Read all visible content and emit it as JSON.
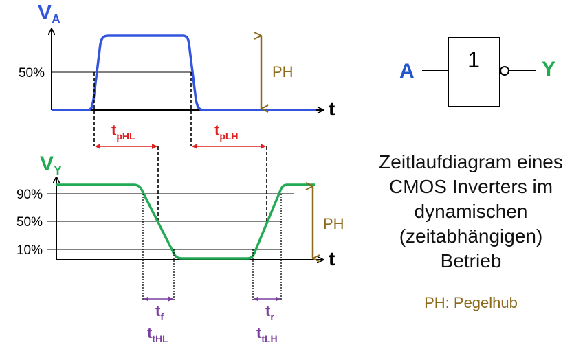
{
  "colors": {
    "input": "#3355dd",
    "output": "#22aa55",
    "propagation": "#dd2222",
    "transition": "#7a3fa0",
    "swing": "#8b6a1c",
    "gate_input": "#2255cc",
    "gate_output": "#22aa55"
  },
  "input_plot": {
    "v_main": "V",
    "v_sub": "A",
    "level_50": "50%",
    "axis_t": "t",
    "swing": "PH"
  },
  "output_plot": {
    "v_main": "V",
    "v_sub": "Y",
    "level_90": "90%",
    "level_50": "50%",
    "level_10": "10%",
    "axis_t": "t",
    "swing": "PH"
  },
  "propagation": {
    "hl_main": "t",
    "hl_sub": "pHL",
    "lh_main": "t",
    "lh_sub": "pLH"
  },
  "transition": {
    "fall_main": "t",
    "fall_sub": "f",
    "fall_alt_main": "t",
    "fall_alt_sub": "tHL",
    "rise_main": "t",
    "rise_sub": "r",
    "rise_alt_main": "t",
    "rise_alt_sub": "tLH"
  },
  "gate": {
    "symbol": "1",
    "input": "A",
    "output": "Y"
  },
  "caption": {
    "line1": "Zeitlaufdiagram eines",
    "line2": "CMOS Inverters im",
    "line3": "dynamischen",
    "line4": "(zeitabhängigen)",
    "line5": "Betrieb"
  },
  "legend": "PH: Pegelhub"
}
